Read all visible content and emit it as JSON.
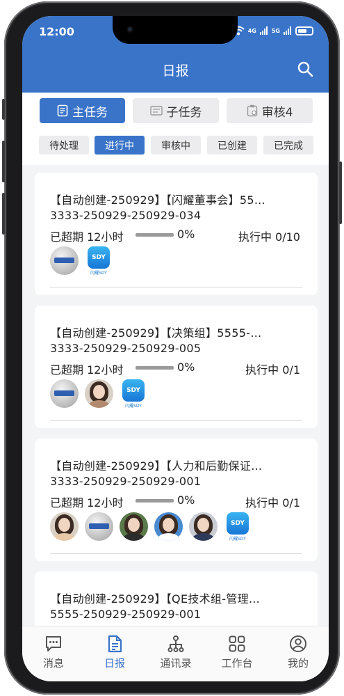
{
  "status_bar": {
    "time": "12:00",
    "signal_labels": [
      "4G",
      "5G"
    ]
  },
  "header": {
    "title": "日报",
    "search_icon": "search-icon"
  },
  "tabs": [
    {
      "label": "主任务",
      "icon": "document-icon",
      "active": true
    },
    {
      "label": "子任务",
      "icon": "list-icon",
      "active": false
    },
    {
      "label": "审核4",
      "icon": "clipboard-icon",
      "active": false
    }
  ],
  "filters": [
    {
      "label": "待处理",
      "active": false
    },
    {
      "label": "进行中",
      "active": true
    },
    {
      "label": "审核中",
      "active": false
    },
    {
      "label": "已创建",
      "active": false
    },
    {
      "label": "已完成",
      "active": false
    }
  ],
  "cards": [
    {
      "title": "【自动创建-250929】【闪耀董事会】55…",
      "code": "3333-250929-250929-034",
      "overdue": "已超期 12小时",
      "progress": 0,
      "progress_text": "0%",
      "status": "执行中 0/10",
      "sdy_caption": "闪耀SDY"
    },
    {
      "title": "【自动创建-250929】【决策组】5555-…",
      "code": "3333-250929-250929-005",
      "overdue": "已超期 12小时",
      "progress": 0,
      "progress_text": "0%",
      "status": "执行中 0/1",
      "sdy_caption": "闪耀SDY"
    },
    {
      "title": "【自动创建-250929】【人力和后勤保证…",
      "code": "3333-250929-250929-001",
      "overdue": "已超期 12小时",
      "progress": 0,
      "progress_text": "0%",
      "status": "执行中 0/1",
      "sdy_caption": "闪耀SDY"
    },
    {
      "title": "【自动创建-250929】【QE技术组-管理…",
      "code": "5555-250929-250929-001"
    }
  ],
  "bottom_nav": [
    {
      "label": "消息",
      "icon": "message-icon",
      "active": false
    },
    {
      "label": "日报",
      "icon": "report-icon",
      "active": true
    },
    {
      "label": "通讯录",
      "icon": "contacts-icon",
      "active": false
    },
    {
      "label": "工作台",
      "icon": "workbench-icon",
      "active": false
    },
    {
      "label": "我的",
      "icon": "profile-icon",
      "active": false
    }
  ],
  "colors": {
    "primary": "#3a74c9",
    "background": "#f3f4f6"
  }
}
